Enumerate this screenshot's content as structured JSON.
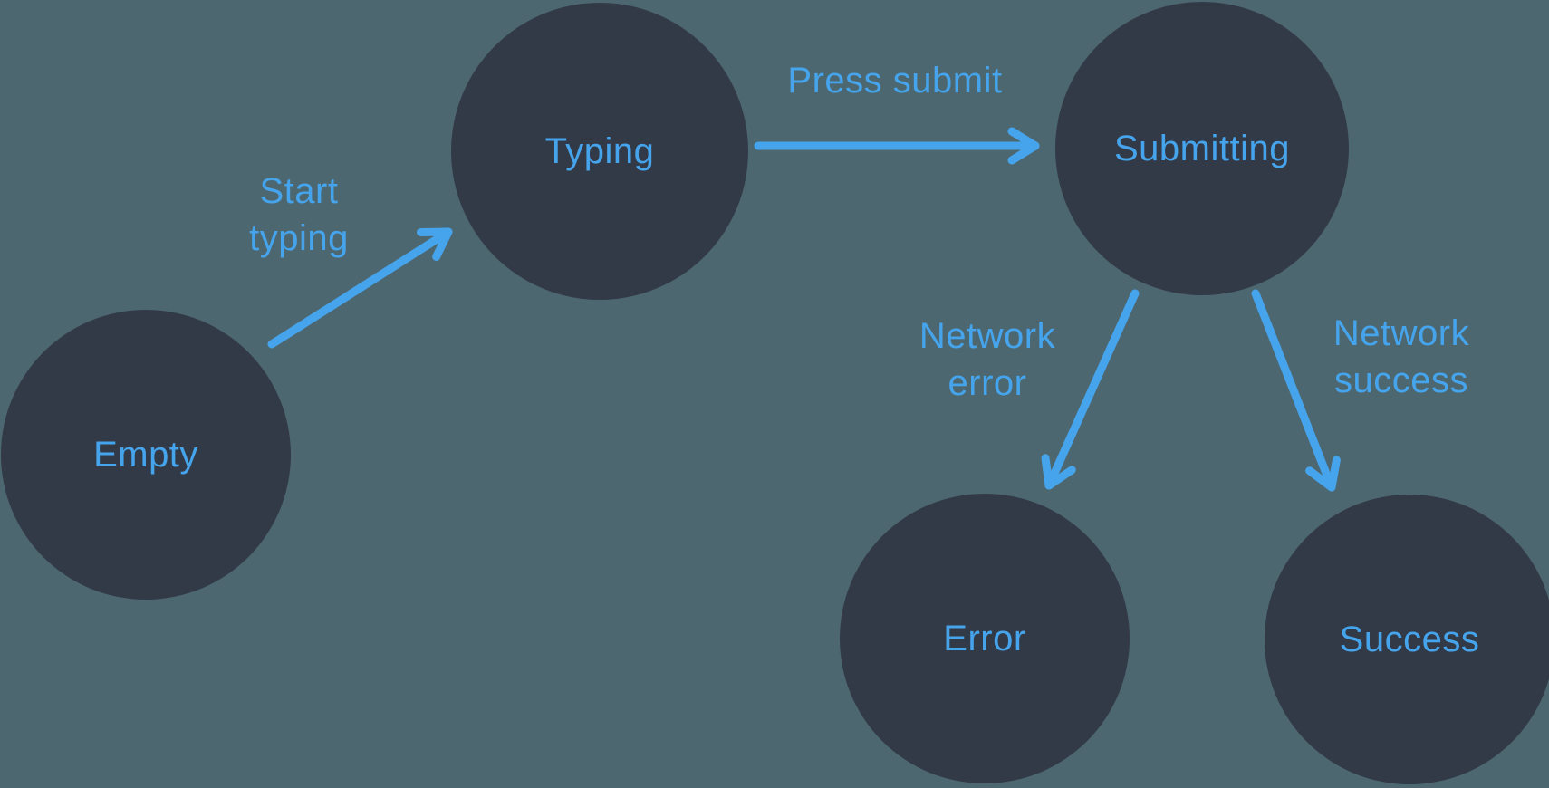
{
  "diagram": {
    "type": "state-machine",
    "background_color": "#4d6770",
    "node_fill_color": "#323a48",
    "accent_color": "#45a4ec",
    "states": {
      "empty": {
        "label": "Empty"
      },
      "typing": {
        "label": "Typing"
      },
      "submitting": {
        "label": "Submitting"
      },
      "error": {
        "label": "Error"
      },
      "success": {
        "label": "Success"
      }
    },
    "transitions": {
      "start_typing": {
        "label": "Start typing",
        "from": "Empty",
        "to": "Typing"
      },
      "press_submit": {
        "label": "Press submit",
        "from": "Typing",
        "to": "Submitting"
      },
      "network_error": {
        "label": "Network error",
        "from": "Submitting",
        "to": "Error"
      },
      "network_success": {
        "label": "Network success",
        "from": "Submitting",
        "to": "Success"
      }
    }
  }
}
